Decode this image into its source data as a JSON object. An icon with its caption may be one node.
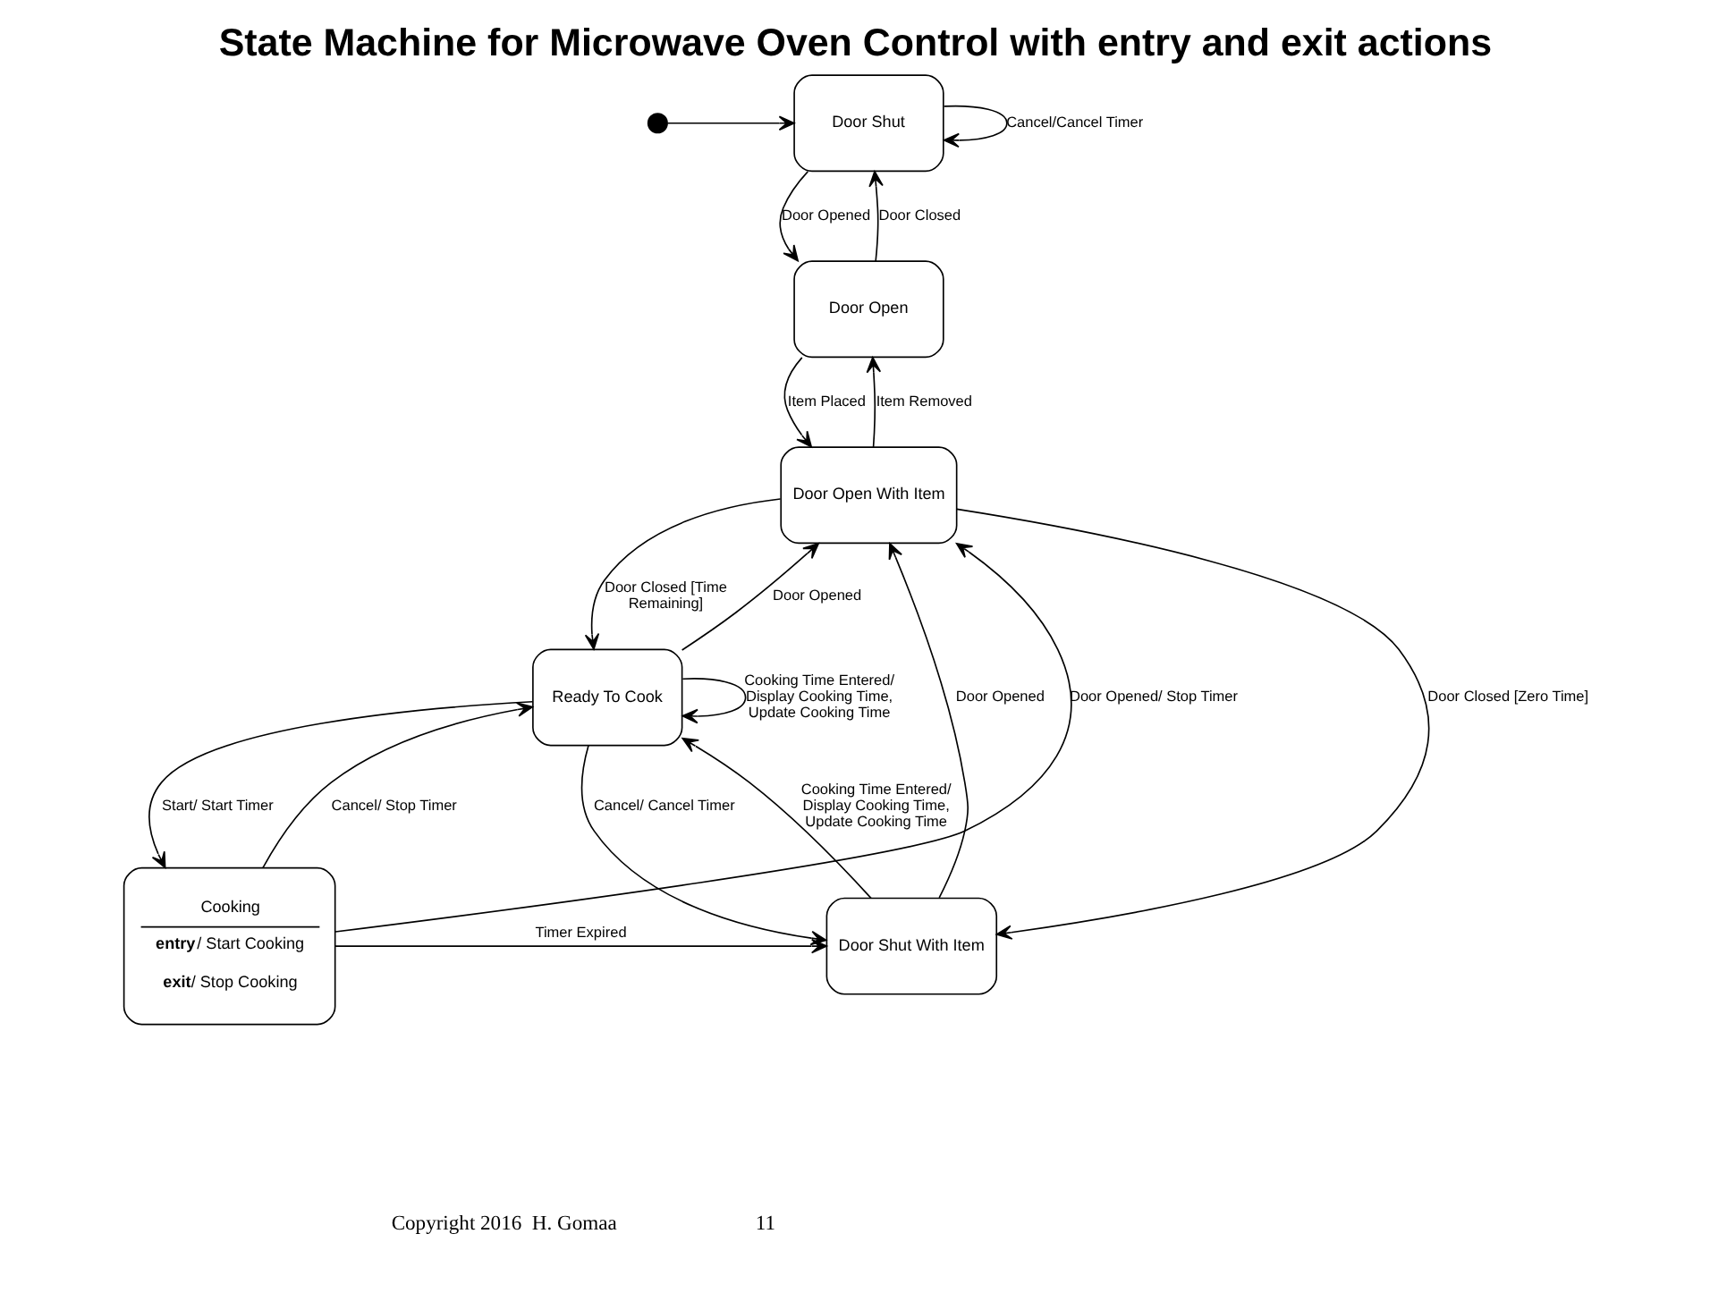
{
  "diagram": {
    "title": "State Machine for Microwave Oven Control with entry and exit actions",
    "nodes": [
      {
        "text": [],
        "shape": "circle"
      },
      {
        "text": [
          "Door Shut"
        ]
      },
      {
        "text": [
          "Door Open"
        ]
      },
      {
        "text": [
          "Door Open With Item"
        ]
      },
      {
        "text": [
          "Cooking",
          "**entry**/ Start Cooking",
          "**exit**/ Stop Cooking"
        ]
      },
      {
        "text": [
          "Door Shut With Item"
        ]
      },
      {
        "text": [
          "Ready To Cook"
        ]
      }
    ],
    "edges": [
      {
        "from": 0,
        "to": 1,
        "arrow": "to"
      },
      {
        "from": 1,
        "to": 2,
        "arrow": "to",
        "label": "Door Opened"
      },
      {
        "from": 2,
        "to": 1,
        "arrow": "to",
        "label": "Door Closed"
      },
      {
        "from": 1,
        "to": 1,
        "arrow": "to",
        "label": "Cancel/Cancel Timer"
      },
      {
        "from": 2,
        "to": 3,
        "arrow": "to",
        "label": "Item Placed"
      },
      {
        "from": 3,
        "to": 2,
        "arrow": "to",
        "label": "Item Removed"
      },
      {
        "from": 3,
        "to": 6,
        "arrow": "to",
        "label": "Door Closed [Time Remaining]"
      },
      {
        "from": 6,
        "to": 3,
        "arrow": "to",
        "label": "Door Opened"
      },
      {
        "from": 4,
        "to": 3,
        "arrow": "to",
        "label": "Door Opened/ Stop Timer"
      },
      {
        "from": 3,
        "to": 5,
        "arrow": "to",
        "label": "Door Closed [Zero Time]"
      },
      {
        "from": 5,
        "to": 3,
        "arrow": "to",
        "label": "Door Opened"
      },
      {
        "from": 4,
        "to": 5,
        "arrow": "to",
        "label": "Timer Expired"
      },
      {
        "from": 5,
        "to": 6,
        "arrow": "to",
        "label": "Cooking Time Entered/ Display Cooking Time, Update Cooking Time"
      },
      {
        "from": 6,
        "to": 5,
        "arrow": "to",
        "label": "Cancel/ Cancel Timer"
      },
      {
        "from": 4,
        "to": 6,
        "arrow": "to",
        "label": "Cancel/ Stop Timer"
      },
      {
        "from": 6,
        "to": 4,
        "arrow": "to",
        "label": "Start/ Start Timer"
      },
      {
        "from": 6,
        "to": 6,
        "arrow": "to",
        "label": "Cooking Time Entered/ Display Cooking Time, Update Cooking Time"
      }
    ],
    "labels": [
      "Copyright 2016  H. Gomaa",
      "11"
    ]
  }
}
